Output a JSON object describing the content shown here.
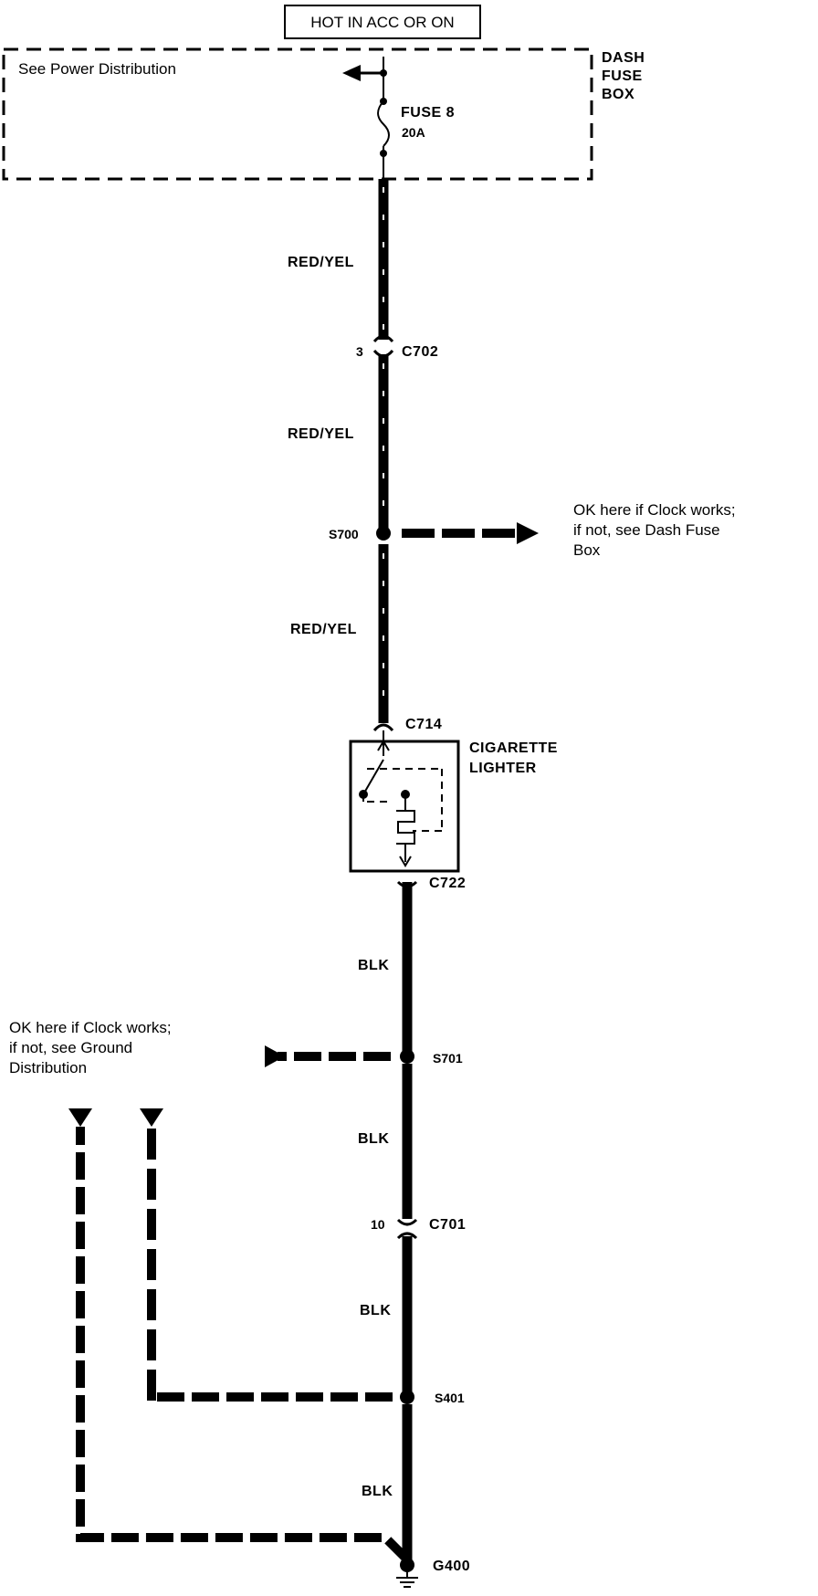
{
  "header": {
    "title": "HOT IN ACC OR ON"
  },
  "fuse_box": {
    "name_line1": "DASH",
    "name_line2": "FUSE",
    "name_line3": "BOX",
    "see_note": "See Power Distribution",
    "fuse_label": "FUSE 8",
    "fuse_rating": "20A"
  },
  "wires": {
    "red_yel_1": "RED/YEL",
    "red_yel_2": "RED/YEL",
    "red_yel_3": "RED/YEL",
    "blk_1": "BLK",
    "blk_2": "BLK",
    "blk_3": "BLK",
    "blk_4": "BLK"
  },
  "connectors": {
    "c702": "C702",
    "c702_pin": "3",
    "c714": "C714",
    "c722": "C722",
    "c701": "C701",
    "c701_pin": "10"
  },
  "splices": {
    "s700": "S700",
    "s701": "S701",
    "s401": "S401"
  },
  "ground": {
    "g400": "G400"
  },
  "component": {
    "line1": "CIGARETTE",
    "line2": "LIGHTER"
  },
  "notes": {
    "s700_line1": "OK here if Clock works;",
    "s700_line2": "if not,  see Dash Fuse",
    "s700_line3": "Box",
    "s701_line1": "OK here if Clock works;",
    "s701_line2": "if not,  see Ground",
    "s701_line3": "Distribution"
  },
  "colors": {
    "ink": "#000000",
    "paper": "#ffffff"
  }
}
